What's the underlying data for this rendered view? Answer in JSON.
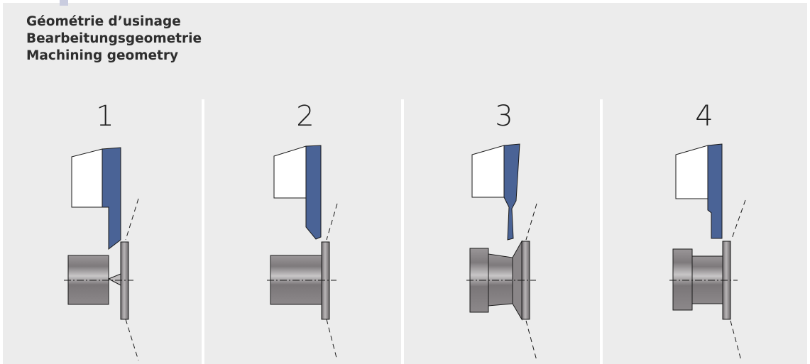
{
  "titles": {
    "fr": "Géométrie d’usinage",
    "de": "Bearbeitungsgeometrie",
    "en": "Machining geometry"
  },
  "steps": [
    {
      "number": "1"
    },
    {
      "number": "2"
    },
    {
      "number": "3"
    },
    {
      "number": "4"
    }
  ],
  "colors": {
    "background": "#ececec",
    "insert_blue": "#4a6396",
    "workpiece_gray": "#7a7678",
    "outline": "#1a1a1a"
  }
}
